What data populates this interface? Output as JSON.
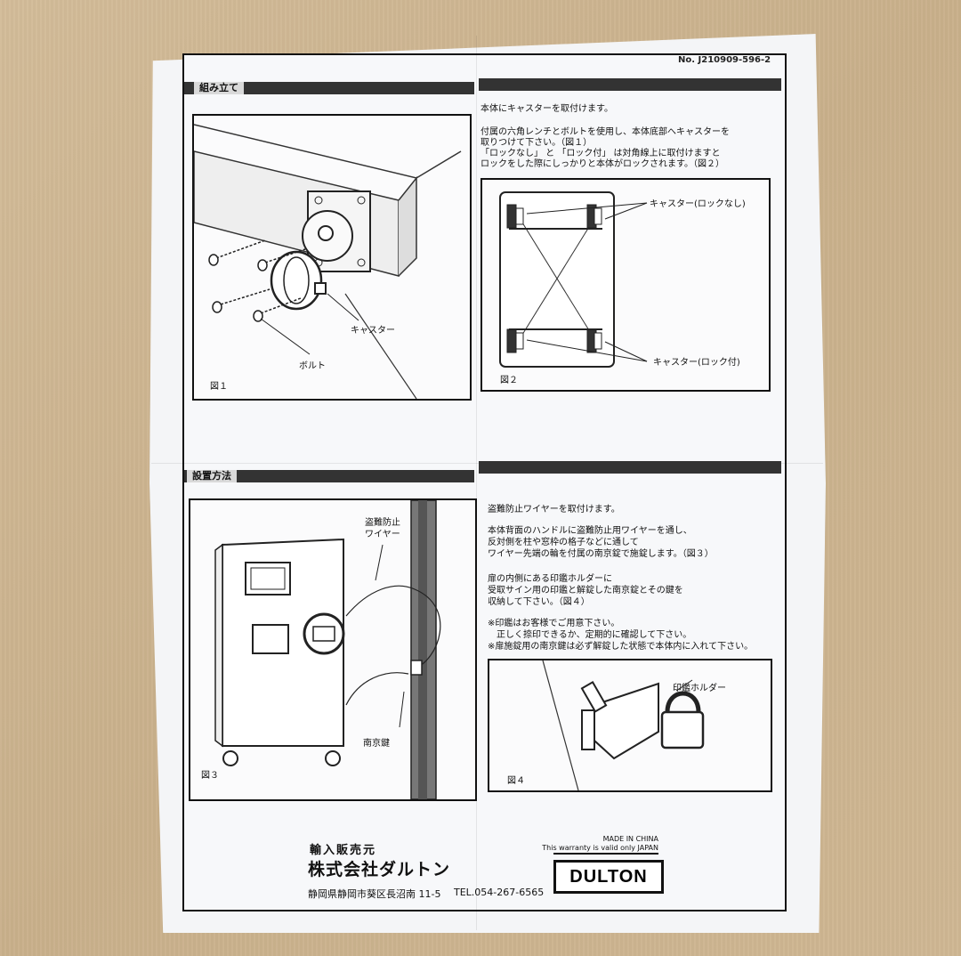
{
  "document": {
    "number": "No. J210909-596-2"
  },
  "assembly": {
    "section_title": "組み立て",
    "instructions": [
      "本体にキャスターを取付けます。",
      "付属の六角レンチとボルトを使用し、本体底部へキャスターを",
      "取りつけて下さい。（図１）",
      "「ロックなし」 と 「ロック付」 は対角線上に取付けますと",
      "ロックをした際にしっかりと本体がロックされます。（図２）"
    ],
    "fig1": {
      "label": "図１",
      "caster_callout": "キャスター",
      "bolt_callout": "ボルト"
    },
    "fig2": {
      "label": "図２",
      "caster_unlocked_callout": "キャスター(ロックなし)",
      "caster_locked_callout": "キャスター(ロック付)"
    }
  },
  "installation": {
    "section_title": "設置方法",
    "instructions": [
      "盗難防止ワイヤーを取付けます。",
      "本体背面のハンドルに盗難防止用ワイヤーを通し、",
      "反対側を柱や窓枠の格子などに通して",
      "ワイヤー先端の輪を付属の南京錠で施錠します。（図３）",
      "扉の内側にある印鑑ホルダーに",
      "受取サイン用の印鑑と解錠した南京錠とその鍵を",
      "収納して下さい。（図４）",
      "※印鑑はお客様でご用意下さい。",
      "　正しく捺印できるか、定期的に確認して下さい。",
      "※扉施錠用の南京鍵は必ず解錠した状態で本体内に入れて下さい。"
    ],
    "fig3": {
      "label": "図３",
      "wire_callout_line1": "盗難防止",
      "wire_callout_line2": "ワイヤー",
      "padlock_callout": "南京鍵"
    },
    "fig4": {
      "label": "図４",
      "holder_callout": "印鑑ホルダー"
    }
  },
  "footer": {
    "importer_label": "輸入販売元",
    "company": "株式会社ダルトン",
    "address": "静岡県静岡市葵区長沼南 11-5",
    "tel": "TEL.054-267-6565",
    "made_in": "MADE IN CHINA",
    "warranty": "This warranty is valid only JAPAN",
    "brand": "DULTON"
  }
}
